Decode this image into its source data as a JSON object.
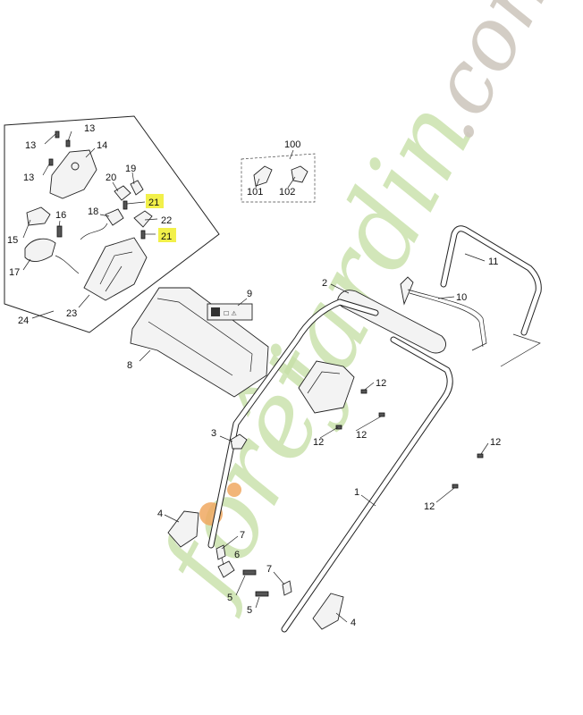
{
  "callouts": [
    {
      "id": "c13a",
      "text": "13"
    },
    {
      "id": "c13b",
      "text": "13"
    },
    {
      "id": "c13c",
      "text": "13"
    },
    {
      "id": "c14",
      "text": "14"
    },
    {
      "id": "c20",
      "text": "20"
    },
    {
      "id": "c19",
      "text": "19"
    },
    {
      "id": "c21a",
      "text": "21"
    },
    {
      "id": "c16",
      "text": "16"
    },
    {
      "id": "c18",
      "text": "18"
    },
    {
      "id": "c22",
      "text": "22"
    },
    {
      "id": "c21b",
      "text": "21"
    },
    {
      "id": "c15",
      "text": "15"
    },
    {
      "id": "c17",
      "text": "17"
    },
    {
      "id": "c23",
      "text": "23"
    },
    {
      "id": "c24",
      "text": "24"
    },
    {
      "id": "c100",
      "text": "100"
    },
    {
      "id": "c101",
      "text": "101"
    },
    {
      "id": "c102",
      "text": "102"
    },
    {
      "id": "c11",
      "text": "11"
    },
    {
      "id": "c2",
      "text": "2"
    },
    {
      "id": "c10",
      "text": "10"
    },
    {
      "id": "c9",
      "text": "9"
    },
    {
      "id": "c8",
      "text": "8"
    },
    {
      "id": "c12a",
      "text": "12"
    },
    {
      "id": "c12b",
      "text": "12"
    },
    {
      "id": "c12c",
      "text": "12"
    },
    {
      "id": "c12d",
      "text": "12"
    },
    {
      "id": "c12e",
      "text": "12"
    },
    {
      "id": "c3",
      "text": "3"
    },
    {
      "id": "c1",
      "text": "1"
    },
    {
      "id": "c4a",
      "text": "4"
    },
    {
      "id": "c7a",
      "text": "7"
    },
    {
      "id": "c6",
      "text": "6"
    },
    {
      "id": "c7b",
      "text": "7"
    },
    {
      "id": "c5a",
      "text": "5"
    },
    {
      "id": "c5b",
      "text": "5"
    },
    {
      "id": "c4b",
      "text": "4"
    }
  ],
  "colors": {
    "highlight": "#f2f04a",
    "watermark_green": "#c8e0a8",
    "watermark_orange": "#f0a860",
    "watermark_grey": "#cfc8bf"
  }
}
